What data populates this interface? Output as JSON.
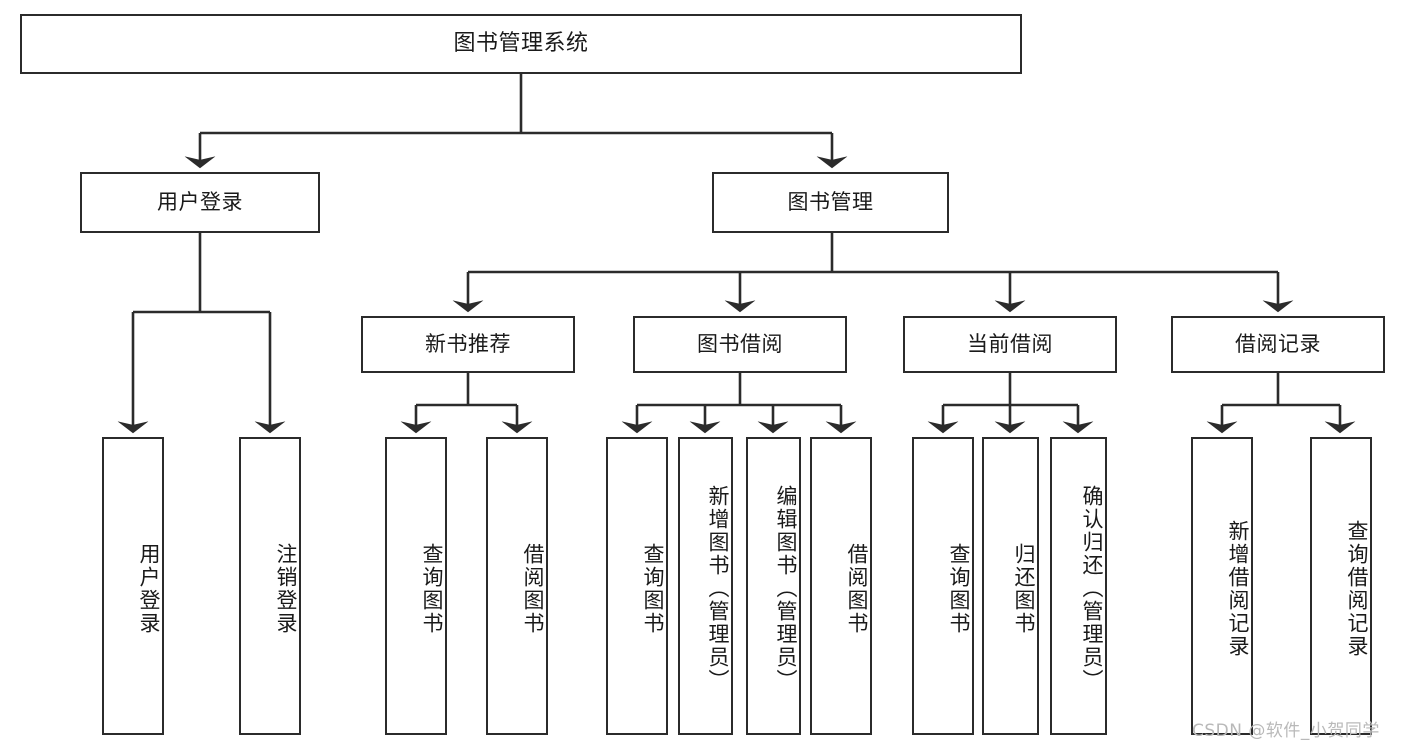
{
  "diagram": {
    "type": "hierarchy-tree",
    "title": "图书管理系统",
    "background_color": "#ffffff",
    "line_color": "#2b2b2b",
    "text_color": "#1a1a1a",
    "levels": 4,
    "nodes": {
      "root": {
        "label": "图书管理系统"
      },
      "level2": [
        {
          "label": "用户登录"
        },
        {
          "label": "图书管理"
        }
      ],
      "level3": [
        {
          "label": "新书推荐"
        },
        {
          "label": "图书借阅"
        },
        {
          "label": "当前借阅"
        },
        {
          "label": "借阅记录"
        }
      ],
      "leaves_user_login": [
        {
          "label": "用户登录"
        },
        {
          "label": "注销登录"
        }
      ],
      "leaves_new_book": [
        {
          "label": "查询图书"
        },
        {
          "label": "借阅图书"
        }
      ],
      "leaves_borrow": [
        {
          "label": "查询图书"
        },
        {
          "label": "新增图书（管理员）"
        },
        {
          "label": "编辑图书（管理员）"
        },
        {
          "label": "借阅图书"
        }
      ],
      "leaves_current": [
        {
          "label": "查询图书"
        },
        {
          "label": "归还图书"
        },
        {
          "label": "确认归还（管理员）"
        }
      ],
      "leaves_records": [
        {
          "label": "新增借阅记录"
        },
        {
          "label": "查询借阅记录"
        }
      ]
    }
  },
  "watermark": {
    "text": "CSDN @软件_小贺同学",
    "color": "#b9b9b9"
  }
}
